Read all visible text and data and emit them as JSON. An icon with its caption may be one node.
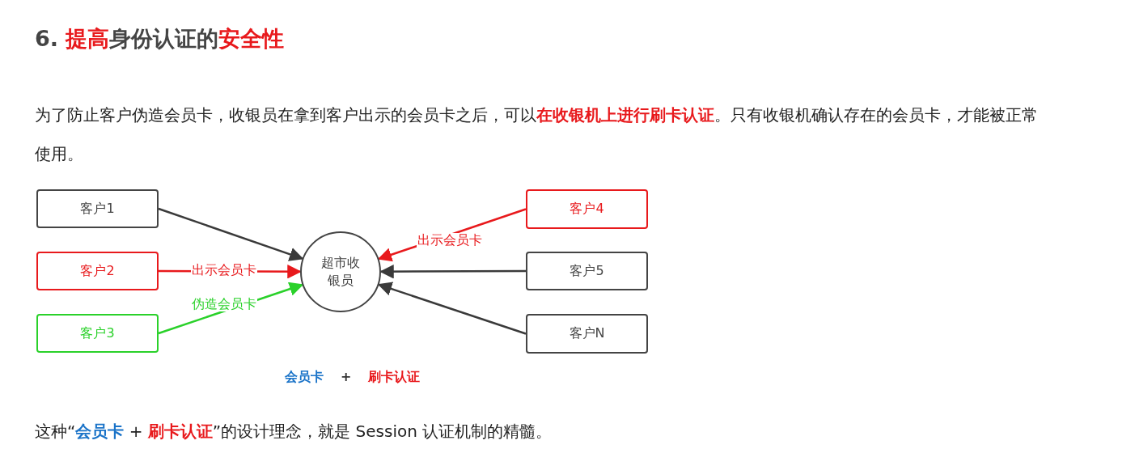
{
  "diagram": {
    "title": "6. **提高**身份认证的**安全性**",
    "nodes": [
      {
        "text": [
          "客户1"
        ]
      },
      {
        "text": [
          "客户2"
        ]
      },
      {
        "text": [
          "客户3"
        ]
      },
      {
        "text": [
          "超市收银员"
        ]
      },
      {
        "text": [
          "客户4"
        ]
      },
      {
        "text": [
          "客户5"
        ]
      },
      {
        "text": [
          "客户N"
        ]
      }
    ],
    "edges": [
      {
        "from": 0,
        "to": 3,
        "arrow": "to"
      },
      {
        "from": 1,
        "to": 3,
        "arrow": "to",
        "label": "出示会员卡",
        "color": "#e8191c"
      },
      {
        "from": 2,
        "to": 3,
        "arrow": "to",
        "label": "伪造会员卡",
        "color": "#2ad12a"
      },
      {
        "from": 4,
        "to": 3,
        "arrow": "to",
        "label": "出示会员卡",
        "color": "#e8191c"
      },
      {
        "from": 5,
        "to": 3,
        "arrow": "to"
      },
      {
        "from": 6,
        "to": 3,
        "arrow": "to"
      }
    ],
    "labels": [
      "为了防止客户伪造会员卡，收银员在拿到客户出示的会员卡之后，可以**在收银机上进行刷卡认证**。只有收银机确认存在的会员卡，才能被正常使用。",
      "会员卡",
      "+",
      "刷卡认证",
      "这种“*会员卡* + **刷卡认证**”的设计理念，就是 Session 认证机制的精髓。"
    ]
  }
}
